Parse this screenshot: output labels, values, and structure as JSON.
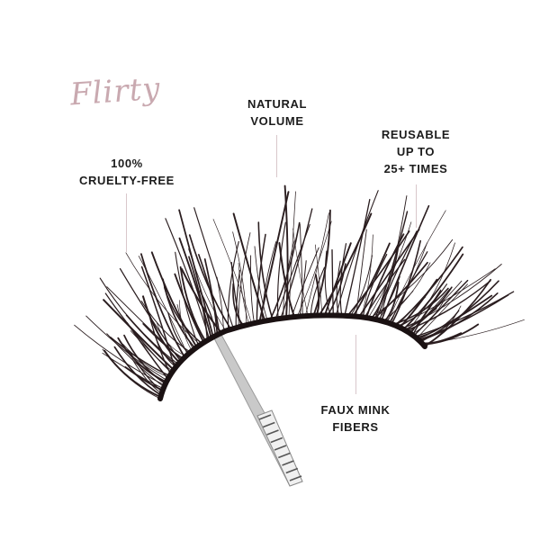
{
  "product": {
    "style_name": "Flirty"
  },
  "features": [
    {
      "lines": [
        "100%",
        "CRUELTY-FREE"
      ]
    },
    {
      "lines": [
        "NATURAL",
        "VOLUME"
      ]
    },
    {
      "lines": [
        "REUSABLE",
        "UP TO",
        "25+ TIMES"
      ]
    },
    {
      "lines": [
        "FAUX MINK",
        "FIBERS"
      ]
    }
  ],
  "icons": [
    "eyelash-strip",
    "tweezers"
  ],
  "colors": {
    "script": "#c9a9b0",
    "text": "#1c1c1c",
    "leader": "#d9c7cb",
    "lash": "#2a1d1f"
  }
}
